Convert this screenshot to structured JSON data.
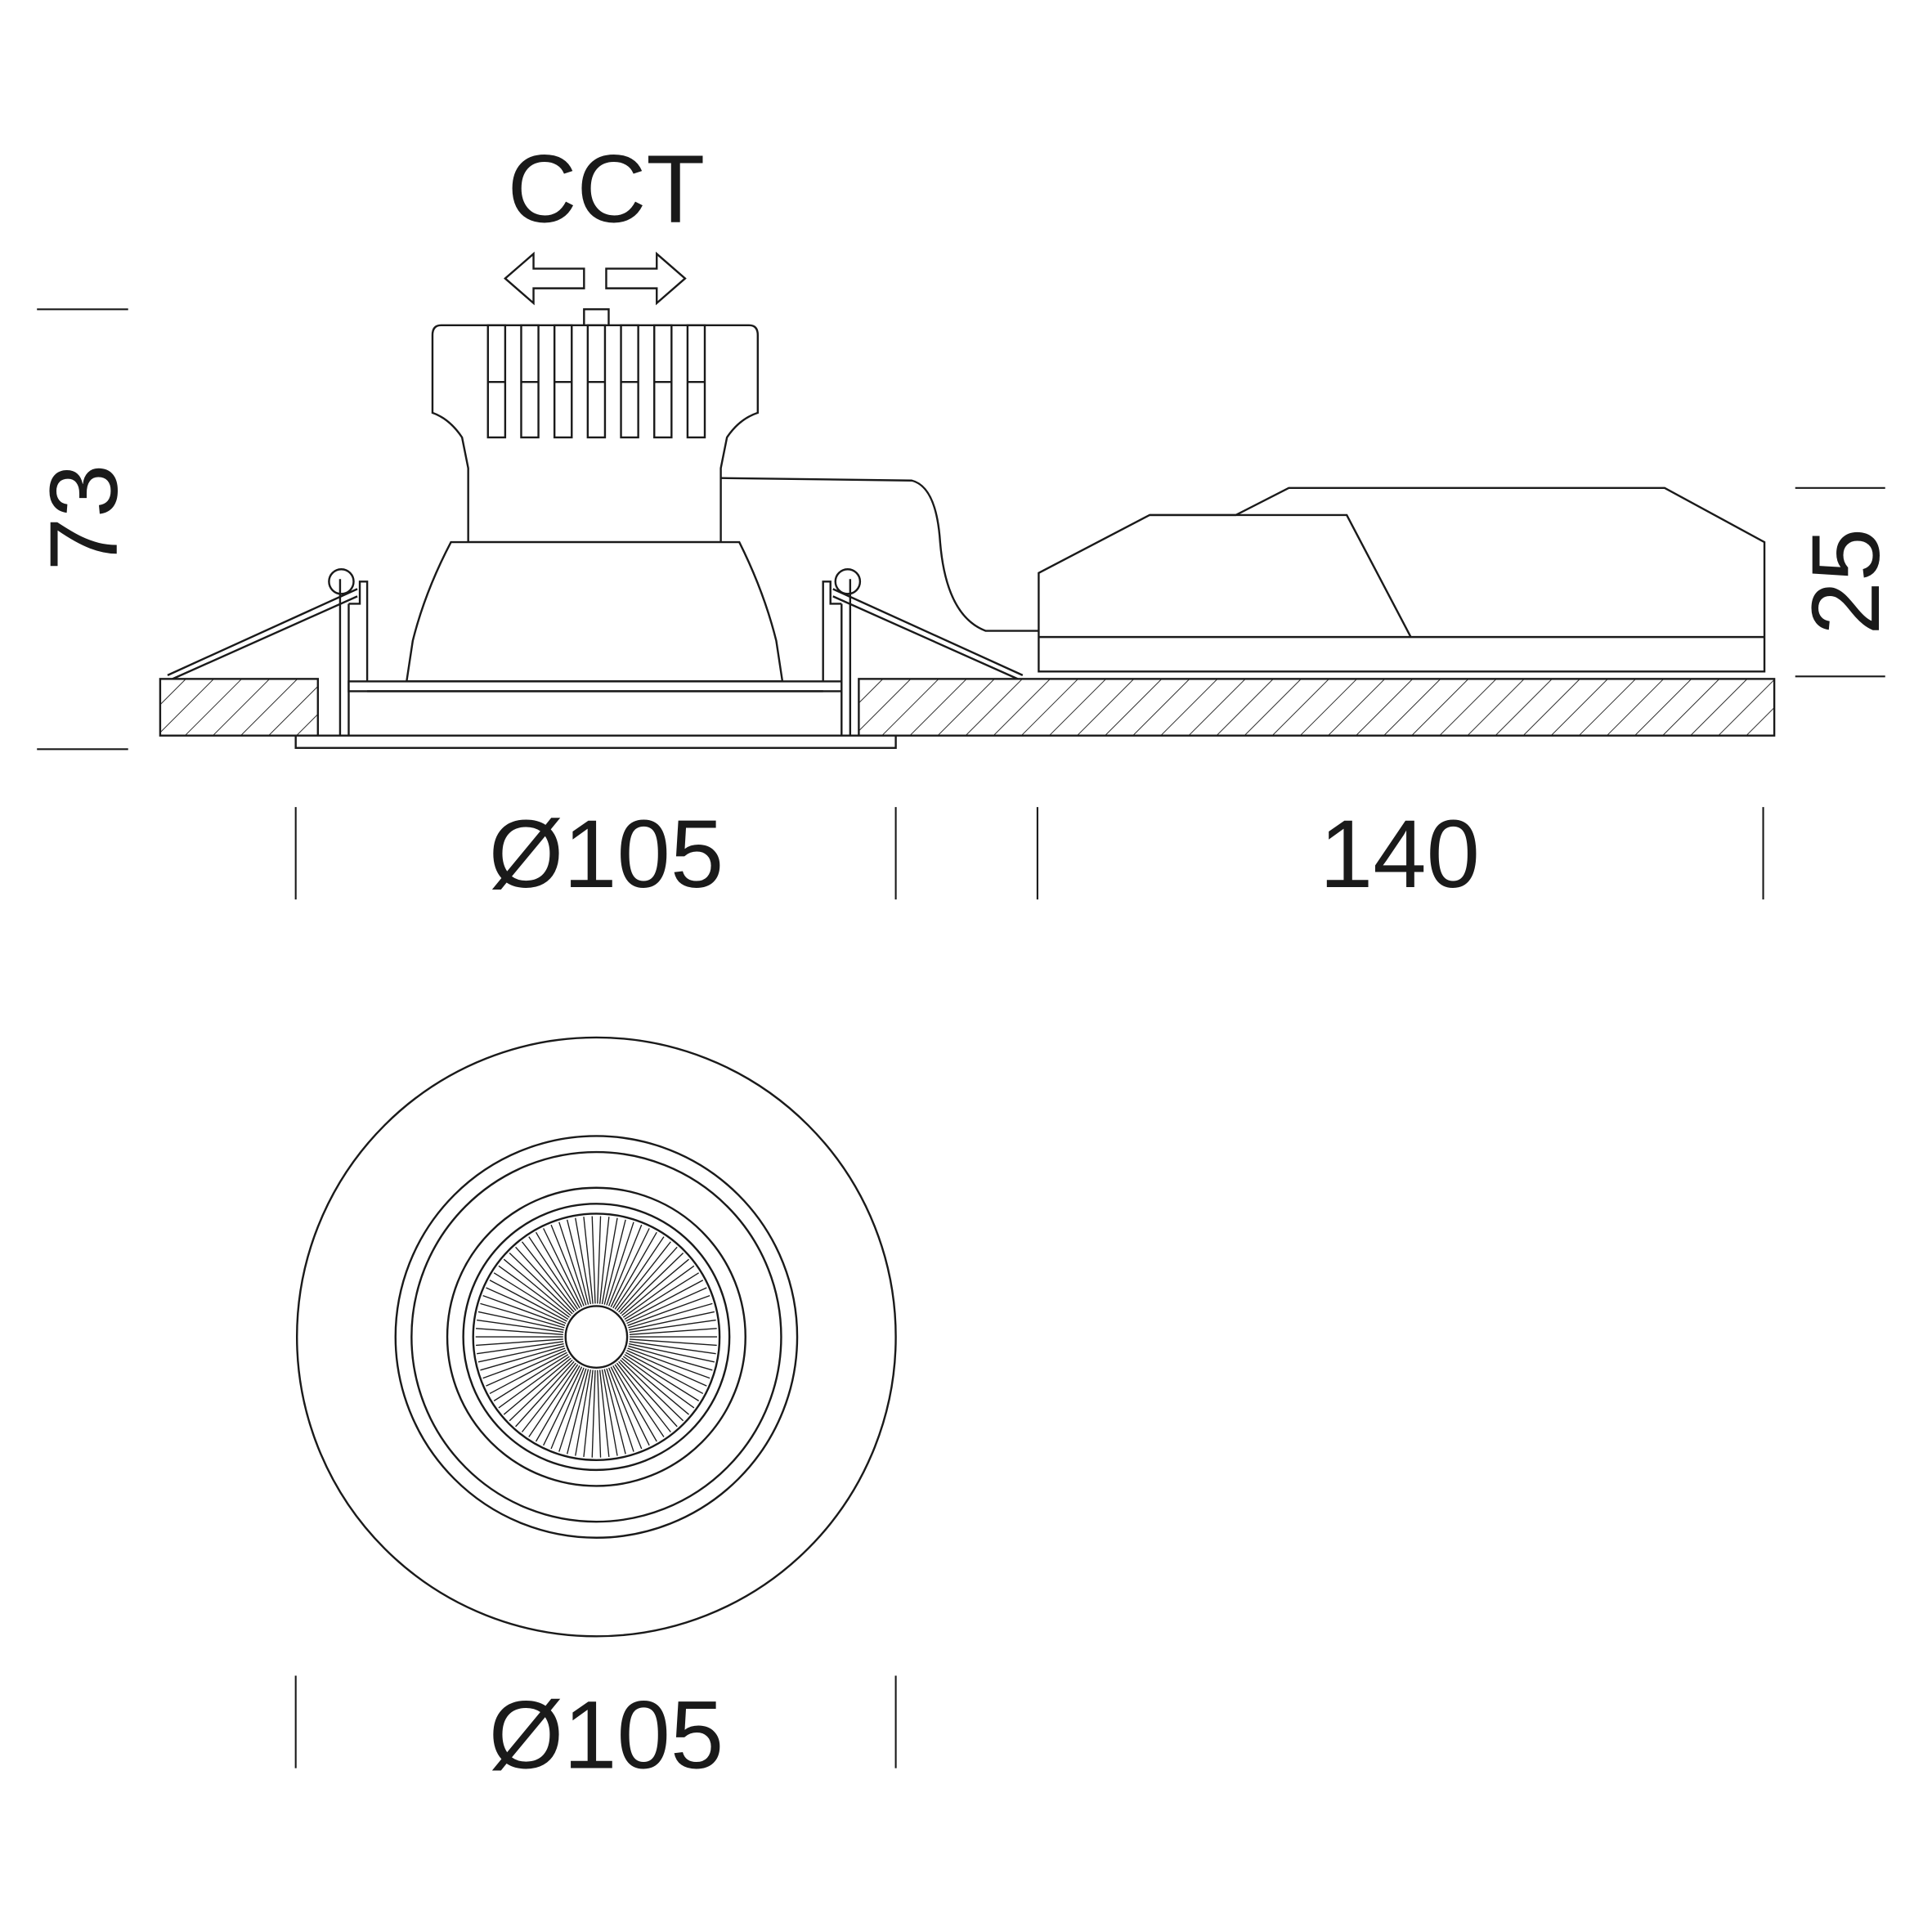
{
  "labels": {
    "cct": "CCT",
    "height_total": "73",
    "driver_height": "25",
    "side_diameter": "Ø105",
    "driver_length": "140",
    "front_diameter": "Ø105"
  },
  "colors": {
    "line": "#1a1a1a",
    "background": "#ffffff"
  }
}
